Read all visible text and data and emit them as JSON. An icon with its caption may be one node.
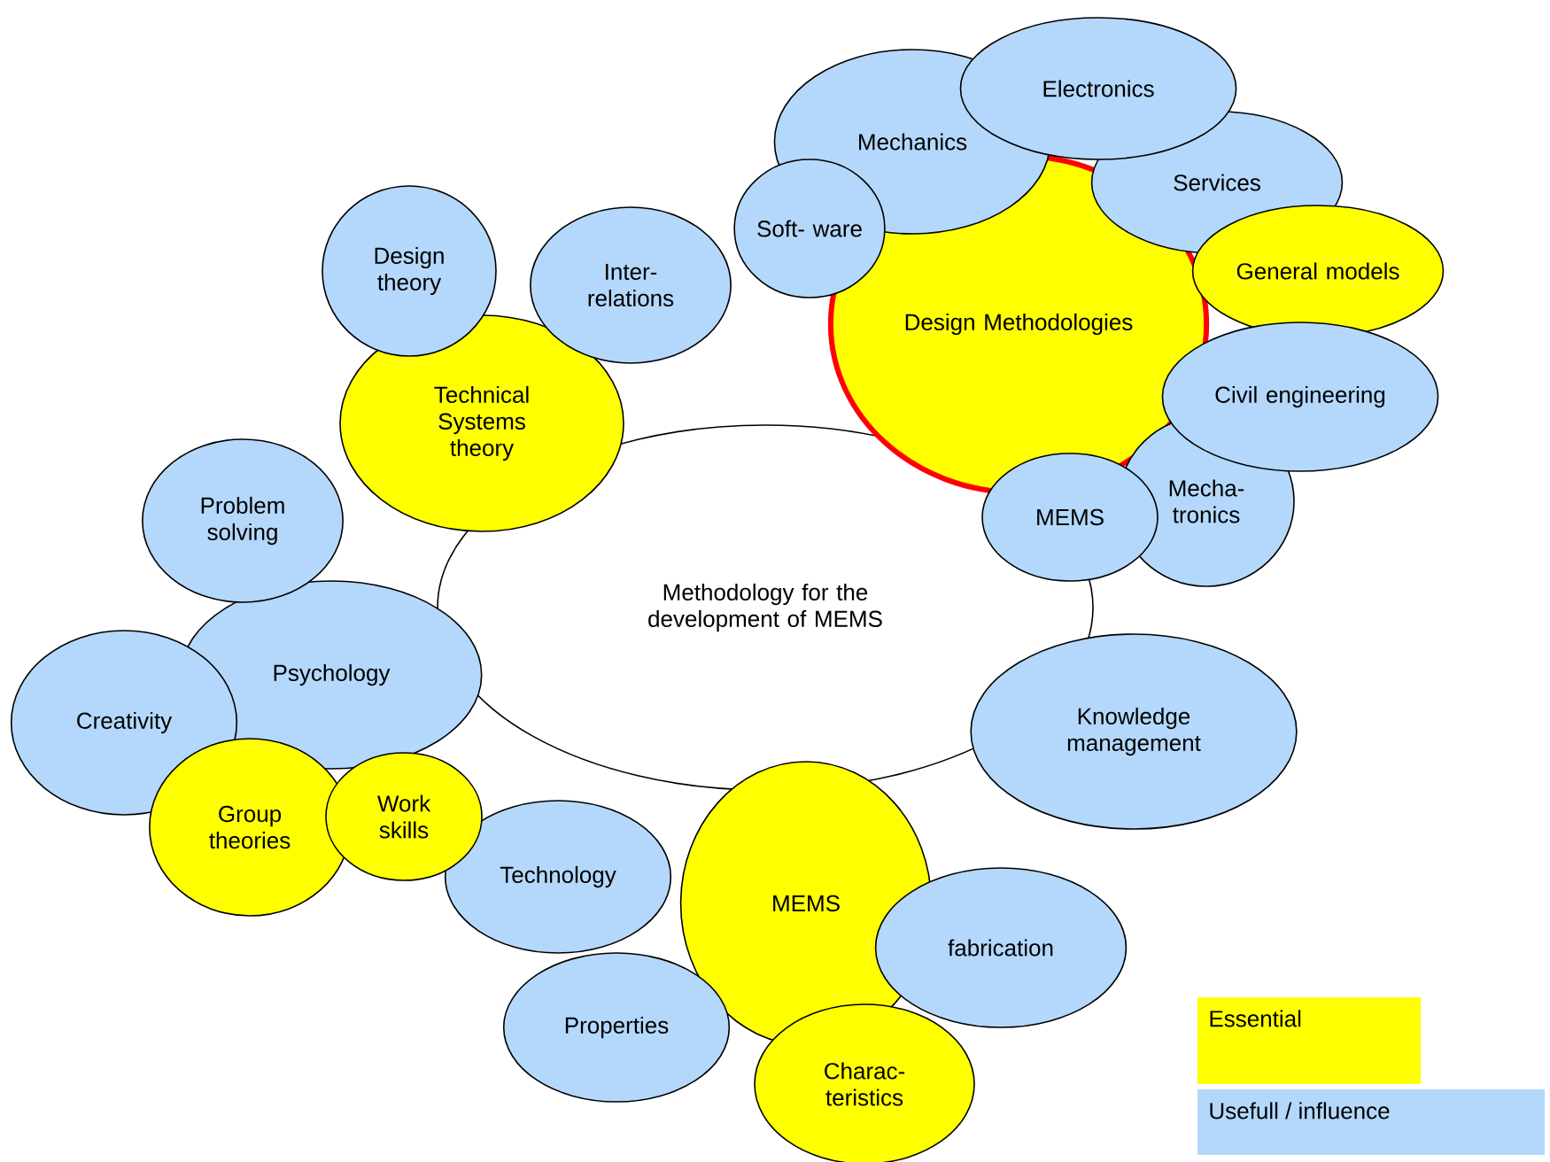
{
  "diagram": {
    "nodes": [
      {
        "text": [
          "Methodology for the development of MEMS"
        ]
      },
      {
        "text": [
          "Technical Systems theory"
        ]
      },
      {
        "text": [
          "Design theory"
        ]
      },
      {
        "text": [
          "Inter- relations"
        ]
      },
      {
        "text": [
          "Problem solving"
        ]
      },
      {
        "text": [
          "Psychology"
        ]
      },
      {
        "text": [
          "Creativity"
        ]
      },
      {
        "text": [
          "Group theories"
        ]
      },
      {
        "text": [
          "Work skills"
        ]
      },
      {
        "text": [
          "Design Methodologies"
        ]
      },
      {
        "text": [
          "Electronics"
        ]
      },
      {
        "text": [
          "Mechanics"
        ]
      },
      {
        "text": [
          "Soft- ware"
        ]
      },
      {
        "text": [
          "Services"
        ]
      },
      {
        "text": [
          "General models"
        ]
      },
      {
        "text": [
          "Civil engineering"
        ]
      },
      {
        "text": [
          "MEMS"
        ]
      },
      {
        "text": [
          "Mecha- tronics"
        ]
      },
      {
        "text": [
          "Knowledge management"
        ]
      },
      {
        "text": [
          "MEMS"
        ]
      },
      {
        "text": [
          "Technology"
        ]
      },
      {
        "text": [
          "fabrication"
        ]
      },
      {
        "text": [
          "Properties"
        ]
      },
      {
        "text": [
          "Charac- teristics"
        ]
      }
    ],
    "legend": [
      {
        "text": "Essential",
        "color": "#ffff00"
      },
      {
        "text": "Usefull / influence",
        "color": "#b4d8fc"
      }
    ]
  }
}
